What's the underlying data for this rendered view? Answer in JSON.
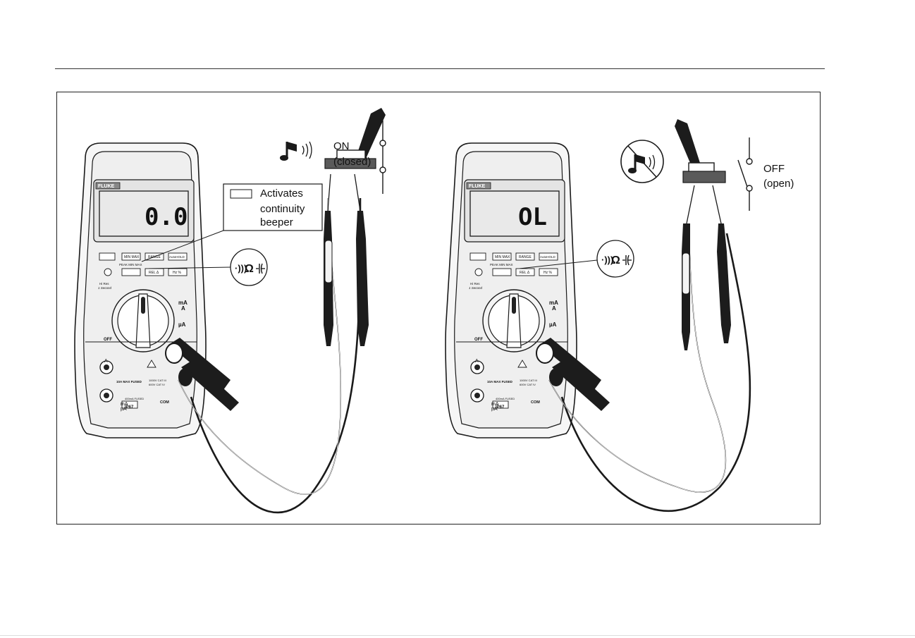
{
  "left_panel": {
    "brand": "FLUKE",
    "display_value": "0.0",
    "switch_state": "ON",
    "switch_state_detail": "(closed)",
    "callout_lines": [
      "Activates",
      "continuity",
      "beeper"
    ],
    "buttons_row1": [
      "MIN MAX",
      "RANGE",
      "AutoHOLD"
    ],
    "buttons_row2": [
      "REL Δ",
      "Hz %"
    ],
    "peak_label": "PEAK MIN MAX",
    "hires_label": "Hi Res",
    "hires_sub": "1 Second",
    "off_label": "OFF",
    "ma_label": "mA",
    "a_label": "A",
    "ua_label": "µA",
    "jack_a": "A",
    "jack_ma": "mA",
    "jack_ua": "µA",
    "jack_com": "COM",
    "fused_label": "10A MAX FUSED",
    "fused_label2": "400mA FUSED",
    "cat_label1": "1000V CAT III",
    "cat_label2": "600V CAT IV",
    "ip_label": "IP67",
    "icon_magnified": "continuity-ohm-capacitance-icon"
  },
  "right_panel": {
    "brand": "FLUKE",
    "display_value": "OL",
    "switch_state": "OFF",
    "switch_state_detail": "(open)",
    "buttons_row1": [
      "MIN MAX",
      "RANGE",
      "AutoHOLD"
    ],
    "buttons_row2": [
      "REL Δ",
      "Hz %"
    ],
    "peak_label": "PEAK MIN MAX",
    "hires_label": "Hi Res",
    "hires_sub": "1 Second",
    "off_label": "OFF",
    "ma_label": "mA",
    "a_label": "A",
    "ua_label": "µA",
    "jack_a": "A",
    "jack_ma": "mA",
    "jack_ua": "µA",
    "jack_com": "COM",
    "fused_label": "10A MAX FUSED",
    "fused_label2": "400mA FUSED",
    "cat_label1": "1000V CAT III",
    "cat_label2": "600V CAT IV",
    "ip_label": "IP67",
    "icon_magnified": "continuity-ohm-capacitance-icon"
  },
  "colors": {
    "outline": "#1a1a1a",
    "meter_body": "#f2f2f2",
    "lcd": "#e6e6e6",
    "probe": "#1c1c1c"
  }
}
